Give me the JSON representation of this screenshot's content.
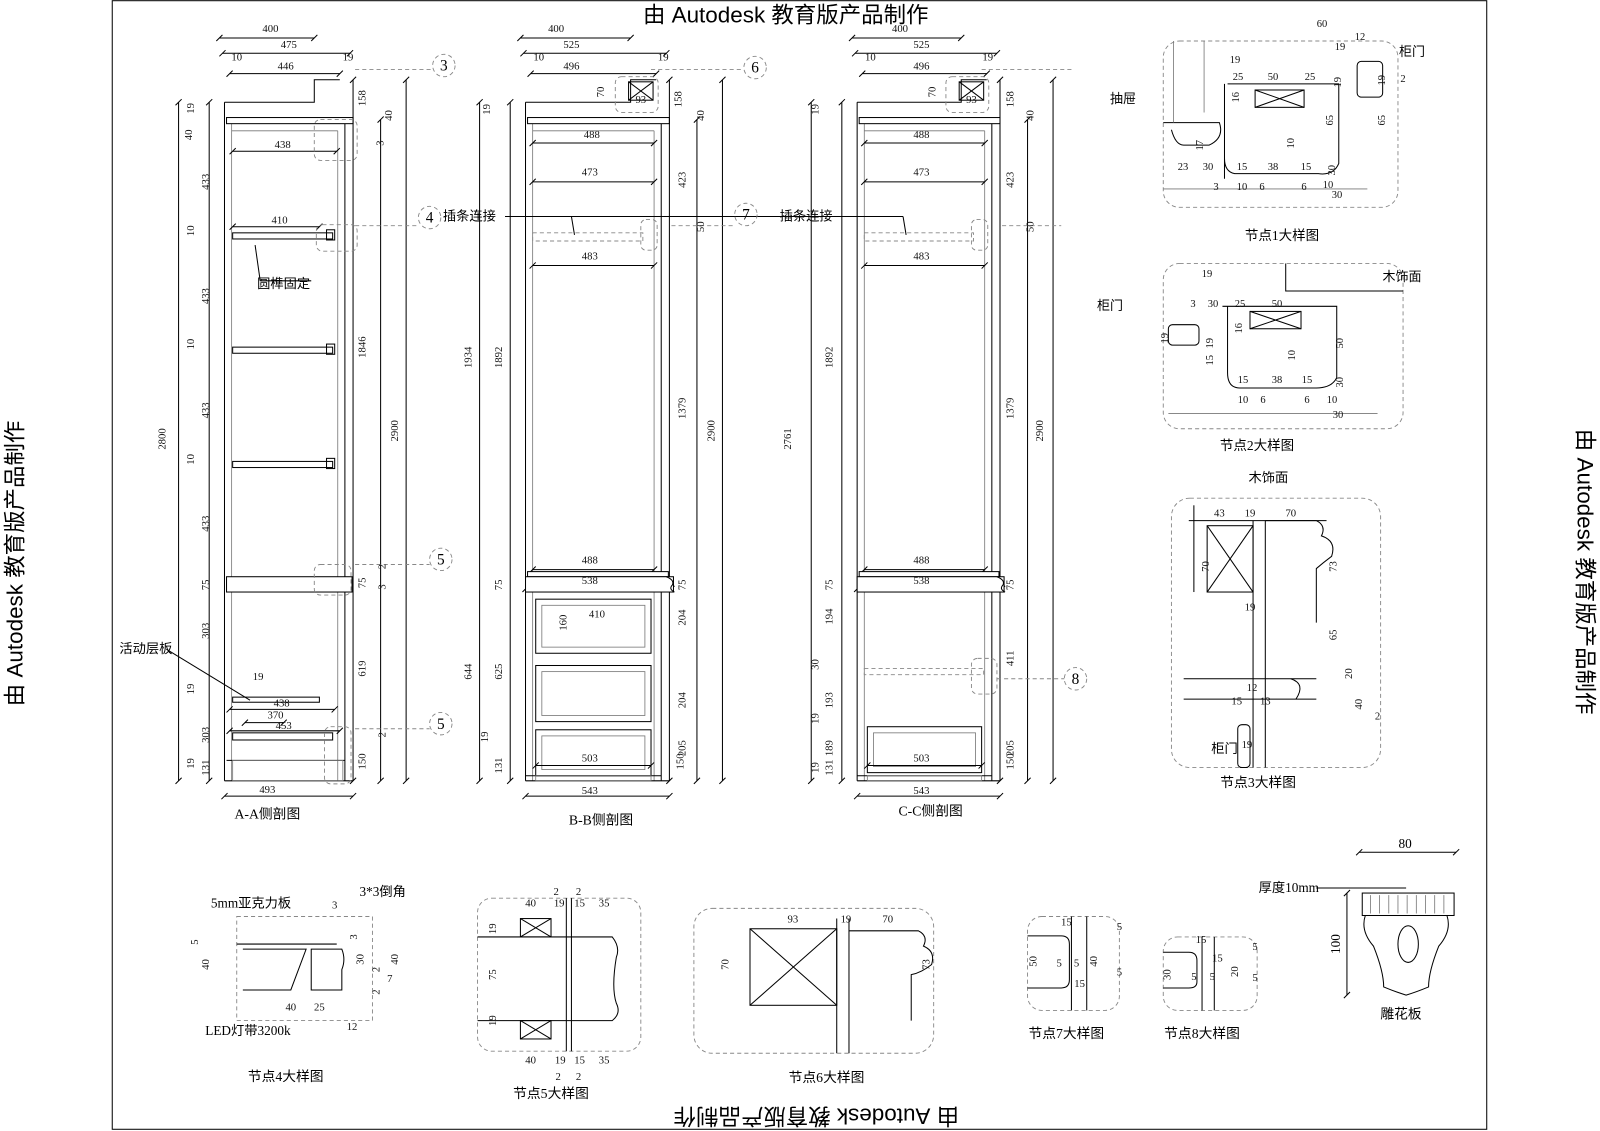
{
  "watermark": "由 Autodesk 教育版产品制作",
  "views": [
    {
      "title": "A-A侧剖图",
      "notes": [
        "圆榫固定",
        "活动层板"
      ],
      "dims": [
        "400",
        "475",
        "10",
        "19",
        "446",
        "438",
        "410",
        "158",
        "40",
        "3",
        "19",
        "40",
        "433",
        "10",
        "433",
        "10",
        "433",
        "10",
        "433",
        "2800",
        "1846",
        "2900",
        "75",
        "75",
        "3",
        "303",
        "19",
        "19",
        "370",
        "619",
        "303",
        "438",
        "453",
        "19",
        "131",
        "150",
        "2",
        "493",
        "2"
      ]
    },
    {
      "title": "B-B侧剖图",
      "notes": [
        "插条连接"
      ],
      "dims": [
        "400",
        "525",
        "10",
        "19",
        "496",
        "70",
        "93",
        "158",
        "40",
        "488",
        "473",
        "483",
        "50",
        "19",
        "1934",
        "1892",
        "423",
        "1379",
        "2900",
        "488",
        "538",
        "75",
        "75",
        "410",
        "160",
        "204",
        "644",
        "625",
        "204",
        "205",
        "19",
        "131",
        "150",
        "503",
        "543"
      ]
    },
    {
      "title": "C-C侧剖图",
      "notes": [
        "插条连接"
      ],
      "dims": [
        "400",
        "525",
        "10",
        "19",
        "496",
        "70",
        "93",
        "158",
        "40",
        "488",
        "473",
        "483",
        "50",
        "19",
        "1892",
        "423",
        "1379",
        "2900",
        "2761",
        "488",
        "538",
        "75",
        "75",
        "194",
        "30",
        "411",
        "193",
        "19",
        "189",
        "205",
        "19",
        "131",
        "150",
        "503",
        "543"
      ]
    }
  ],
  "callouts": [
    "3",
    "4",
    "5",
    "5",
    "6",
    "7",
    "8"
  ],
  "details": [
    {
      "title": "节点1大样图",
      "labels": [
        "抽屉",
        "柜门"
      ],
      "dims": [
        "60",
        "12",
        "19",
        "19",
        "25",
        "50",
        "25",
        "19",
        "16",
        "65",
        "19",
        "2",
        "65",
        "17",
        "10",
        "23",
        "30",
        "15",
        "38",
        "15",
        "30",
        "3",
        "10",
        "6",
        "6",
        "10",
        "30"
      ]
    },
    {
      "title": "节点2大样图",
      "labels": [
        "柜门",
        "木饰面"
      ],
      "dims": [
        "19",
        "3",
        "30",
        "25",
        "50",
        "16",
        "19",
        "19",
        "15",
        "10",
        "50",
        "30",
        "15",
        "38",
        "15",
        "10",
        "6",
        "6",
        "10",
        "30"
      ]
    },
    {
      "title": "节点3大样图",
      "labels": [
        "木饰面",
        "柜门"
      ],
      "dims": [
        "43",
        "19",
        "70",
        "70",
        "73",
        "19",
        "65",
        "20",
        "12",
        "15",
        "13",
        "40",
        "2",
        "19"
      ]
    },
    {
      "title": "节点4大样图",
      "labels": [
        "5mm亚克力板",
        "3*3倒角",
        "LED灯带3200k"
      ],
      "dims": [
        "3",
        "3",
        "5",
        "40",
        "30",
        "2",
        "7",
        "2",
        "40",
        "40",
        "25",
        "12"
      ]
    },
    {
      "title": "节点5大样图",
      "labels": [],
      "dims": [
        "2",
        "2",
        "40",
        "19",
        "15",
        "35",
        "19",
        "75",
        "19",
        "40",
        "19",
        "15",
        "35",
        "2",
        "2"
      ]
    },
    {
      "title": "节点6大样图",
      "labels": [],
      "dims": [
        "93",
        "19",
        "70",
        "70",
        "73"
      ]
    },
    {
      "title": "节点7大样图",
      "labels": [],
      "dims": [
        "15",
        "50",
        "5",
        "5",
        "40",
        "5",
        "5",
        "15"
      ]
    },
    {
      "title": "节点8大样图",
      "labels": [],
      "dims": [
        "15",
        "15",
        "30",
        "5",
        "5",
        "20",
        "5",
        "5"
      ]
    }
  ],
  "carving": {
    "title": "雕花板",
    "width": "80",
    "height": "100",
    "note": "厚度10mm"
  }
}
